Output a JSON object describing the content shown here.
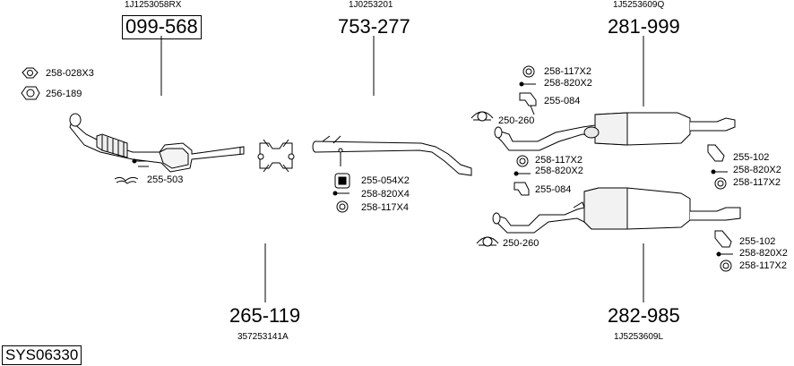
{
  "diagram_code": "SYS06330",
  "assemblies": [
    {
      "part_number": "099-568",
      "oe_number": "1J1253058RX"
    },
    {
      "part_number": "753-277",
      "oe_number": "1J0253201"
    },
    {
      "part_number": "281-999",
      "oe_number": "1J5253609Q"
    },
    {
      "part_number": "265-119",
      "oe_number": "357253141A"
    },
    {
      "part_number": "282-985",
      "oe_number": "1J5253609L"
    }
  ],
  "fittings": {
    "f1": "258-028X3",
    "f2": "256-189",
    "f3": "255-503",
    "f4": "255-054X2",
    "f5": "258-820X4",
    "f6": "258-117X4",
    "f7": "258-117X2",
    "f8": "258-820X2",
    "f9": "255-084",
    "f10": "250-260",
    "f11": "258-117X2",
    "f12": "258-820X2",
    "f13": "255-084",
    "f14": "250-260",
    "f15": "255-102",
    "f16": "258-820X2",
    "f17": "258-117X2",
    "f18": "255-102",
    "f19": "258-820X2",
    "f20": "258-117X2"
  }
}
